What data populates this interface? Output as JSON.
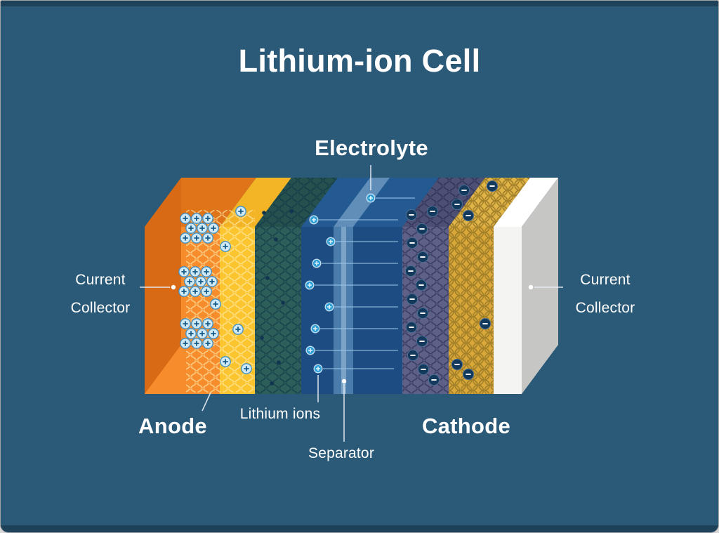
{
  "title": "Lithium-ion Cell",
  "labels": {
    "electrolyte": "Electrolyte",
    "current_collector_left": {
      "line1": "Current",
      "line2": "Collector"
    },
    "current_collector_right": {
      "line1": "Current",
      "line2": "Collector"
    },
    "anode": "Anode",
    "lithium_ions": "Lithium ions",
    "separator": "Separator",
    "cathode": "Cathode"
  },
  "colors": {
    "background": "#2b5978",
    "anode_current_collector": "#f68c2b",
    "anode_current_collector_side": "#d96a15",
    "anode": "#fcc52f",
    "anode_graphite": "#2e5e59",
    "electrolyte": "#1c4c82",
    "separator": "#4b7dac",
    "cathode_material": "#5e6088",
    "cathode": "#e5b23c",
    "cathode_current_collector": "#f4f4f2",
    "cathode_current_collector_side": "#c6c6c4",
    "lithium_ion": "#2f9fd8",
    "electron": "#133a5d"
  },
  "symbols": {
    "lithium_ion": "+",
    "electron": "−"
  }
}
